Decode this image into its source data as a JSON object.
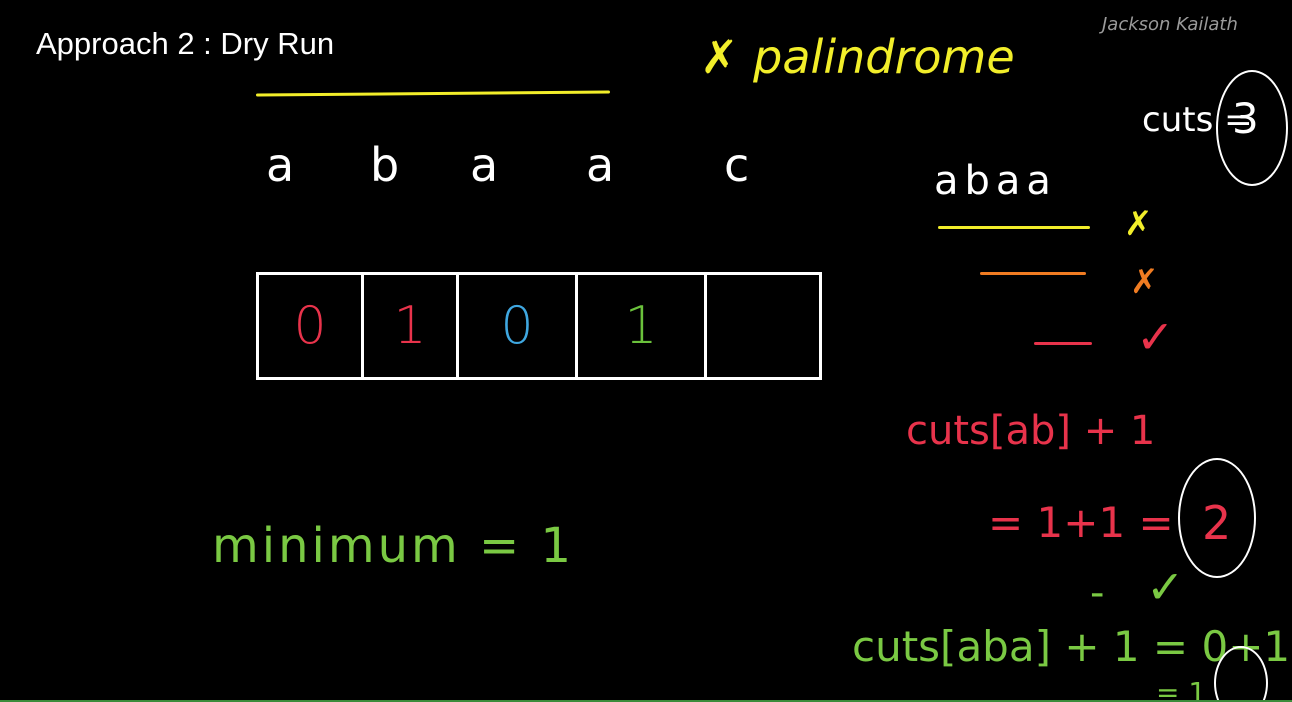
{
  "slide": {
    "title": "Approach 2 : Dry Run",
    "author": "Jackson Kailath"
  },
  "annotations": {
    "not_palindrome": "✗ palindrome",
    "cuts_label": "cuts =",
    "cuts_value": "3",
    "substring": "abaa",
    "cross_mark": "✗",
    "check_mark": "✓",
    "cuts_ab": "cuts[ab] + 1",
    "eq_1_plus_1": "= 1+1 =",
    "value_2": "2",
    "dash": "-",
    "cuts_aba": "cuts[aba] + 1 = 0+1",
    "eq_1": "= 1",
    "minimum": "minimum = 1"
  },
  "string_letters": [
    "a",
    "b",
    "a",
    "a",
    "c"
  ],
  "cells": [
    {
      "value": "0",
      "color": "#e8334b"
    },
    {
      "value": "1",
      "color": "#e8334b"
    },
    {
      "value": "0",
      "color": "#3fa7e0"
    },
    {
      "value": "1",
      "color": "#6bc23c"
    },
    {
      "value": "",
      "color": "#ffffff"
    }
  ],
  "colors": {
    "yellow": "#f2ee2a",
    "orange": "#f07c22",
    "red": "#e8334b",
    "green": "#7ac943",
    "white": "#ffffff"
  }
}
